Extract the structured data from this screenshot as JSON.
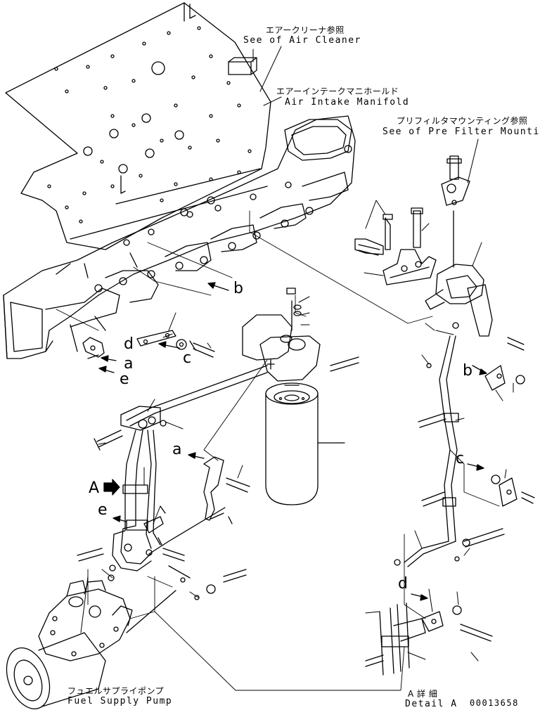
{
  "callouts": {
    "air_cleaner_jp": "エアークリーナ参照",
    "air_cleaner_en": "See of Air Cleaner",
    "intake_manifold_jp": "エアーインテークマニホールド",
    "intake_manifold_en": "Air Intake Manifold",
    "pre_filter_jp": "プリフィルタマウンティング参照",
    "pre_filter_en": "See of Pre Filter Mounting",
    "fuel_pump_jp": "フュエルサプライポンプ",
    "fuel_pump_en": "Fuel Supply Pump",
    "detail_jp": "A 詳 細",
    "detail_en": "Detail A"
  },
  "view_refs": {
    "b1": "b",
    "d1": "d",
    "a1": "a",
    "c1": "c",
    "e1": "e",
    "a2": "a",
    "A": "A",
    "e2": "e",
    "b2": "b",
    "c2": "c",
    "d2": "d"
  },
  "drawing_number": "00013658",
  "line_color": "#000000"
}
